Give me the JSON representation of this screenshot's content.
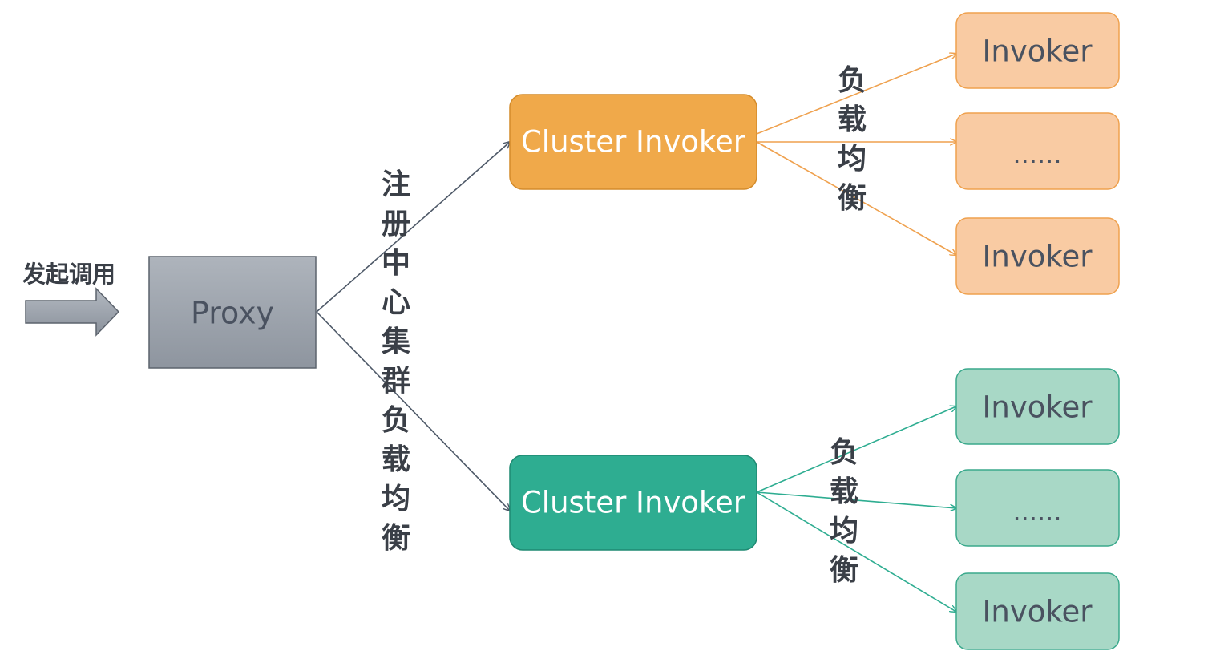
{
  "caller": {
    "label": "发起调用"
  },
  "proxy": {
    "label": "Proxy"
  },
  "registry_edge": {
    "label_chars": [
      "注",
      "册",
      "中",
      "心",
      "集",
      "群",
      "负",
      "载",
      "均",
      "衡"
    ]
  },
  "cluster_top": {
    "label": "Cluster Invoker",
    "lb_label_chars": [
      "负",
      "载",
      "均",
      "衡"
    ],
    "invokers": [
      "Invoker",
      "......",
      "Invoker"
    ]
  },
  "cluster_bottom": {
    "label": "Cluster Invoker",
    "lb_label_chars": [
      "负",
      "载",
      "均",
      "衡"
    ],
    "invokers": [
      "Invoker",
      "......",
      "Invoker"
    ]
  },
  "colors": {
    "orange_fill": "#F0A94A",
    "orange_stroke": "#D48B2A",
    "orange_light_fill": "#F9CBA3",
    "orange_light_stroke": "#EFA14E",
    "teal_fill": "#2EAD91",
    "teal_stroke": "#1E8A72",
    "teal_light_fill": "#A8D8C6",
    "teal_light_stroke": "#3AA98C",
    "proxy_top": "#AEB4BC",
    "proxy_bottom": "#8E959F",
    "proxy_stroke": "#5C636D",
    "line_gray": "#4E5968"
  }
}
